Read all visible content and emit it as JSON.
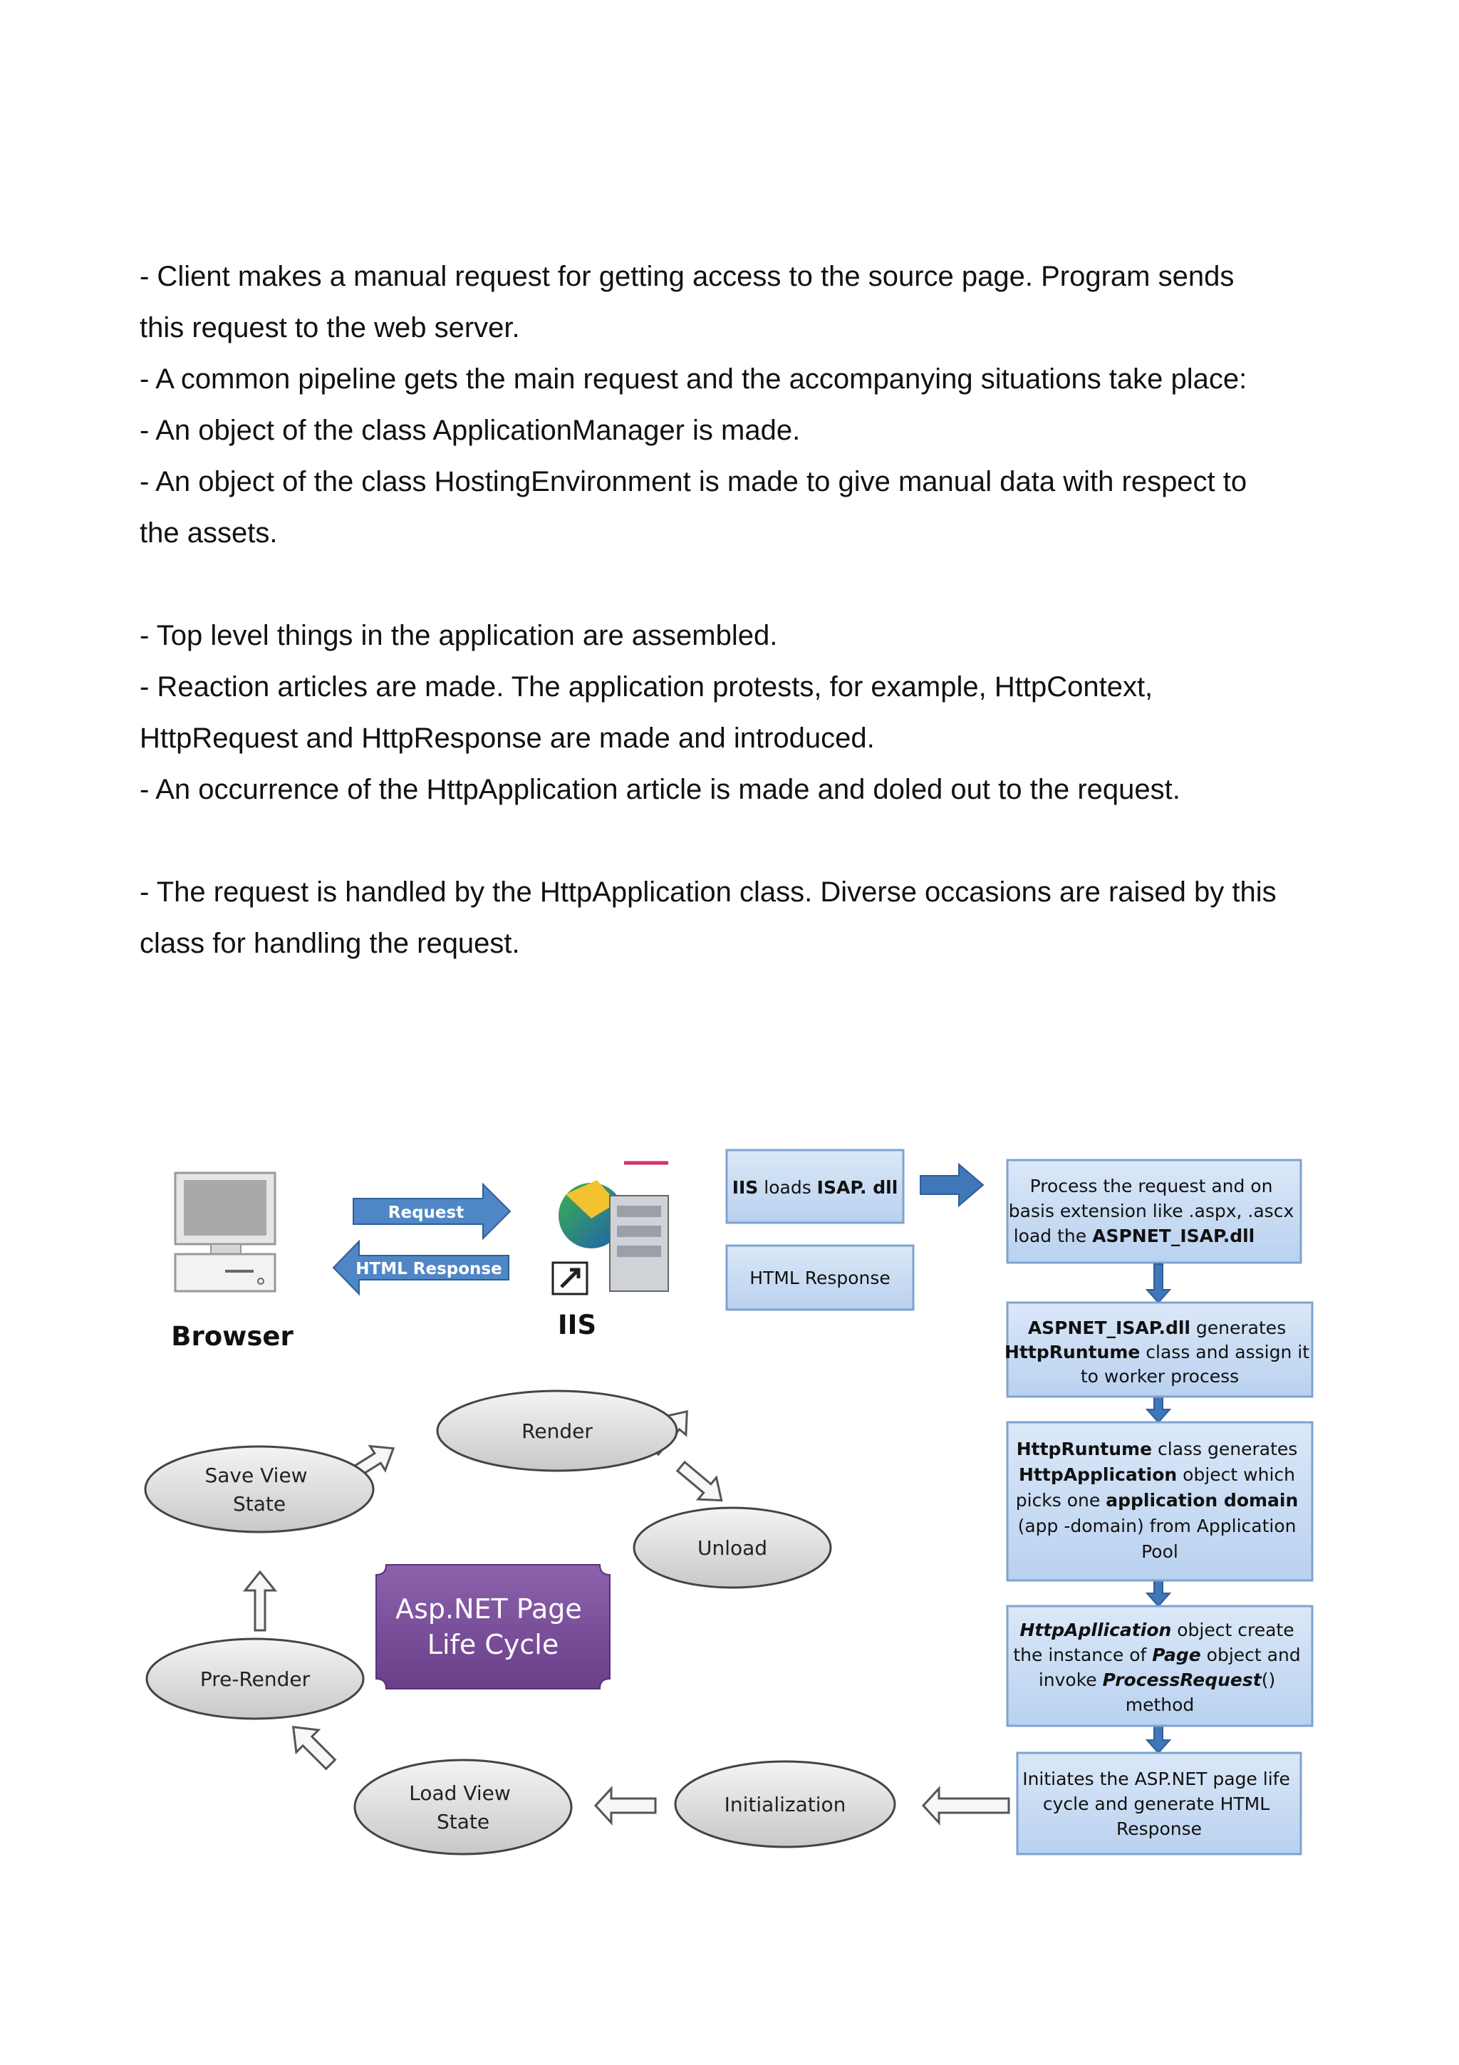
{
  "text_block_1": [
    "- Client makes a manual request for getting access to the source page. Program sends",
    "this request to the web server.",
    "- A common pipeline gets the main request and the accompanying situations take place:",
    "- An object of the class ApplicationManager is made.",
    "- An object of the class HostingEnvironment is made to give manual data with respect to",
    "the assets."
  ],
  "text_block_2": [
    "- Top level things in the application are assembled.",
    "- Reaction articles are made. The application protests, for example, HttpContext,",
    "HttpRequest and HttpResponse are made and introduced.",
    "- An occurrence of the HttpApplication article is made and doled out to the request."
  ],
  "text_block_3": [
    "- The request is handled by the HttpApplication class. Diverse occasions are raised by this",
    "class for handling the request."
  ],
  "diagram": {
    "browser_label": "Browser",
    "iis_label": "IIS",
    "request_label": "Request",
    "html_response_arrow_label": "HTML Response",
    "iis_loads_box": {
      "pre": "IIS",
      "mid": " loads ",
      "post": "ISAP. dll"
    },
    "html_response_box": "HTML Response",
    "process_box": [
      "Process the request and on",
      "basis extension like .aspx, .ascx",
      "load the ",
      "ASPNET_ISAP.dll"
    ],
    "aspnet_box": [
      "ASPNET_ISAP.dll",
      " generates",
      "HttpRuntume",
      " class and assign it",
      "to worker process"
    ],
    "httpruntime_box": [
      "HttpRuntume",
      "  class generates",
      "HttpApplication",
      " object which",
      "picks one ",
      "application domain",
      "(app -domain)  from Application",
      "Pool"
    ],
    "httpapp_box": [
      "HttpApllication",
      " object create",
      "the instance of ",
      "Page",
      " object and",
      "invoke ",
      "ProcessRequest",
      "()",
      "method"
    ],
    "initiates_box": [
      "Initiates the ASP.NET page life",
      "cycle  and generate HTML",
      "Response"
    ],
    "lifecycle_title": [
      "Asp.NET Page",
      "Life Cycle"
    ],
    "stages": {
      "render": "Render",
      "unload": "Unload",
      "save_view_state": [
        "Save View",
        "State"
      ],
      "pre_render": "Pre-Render",
      "load_view_state": [
        "Load View",
        "State"
      ],
      "initialization": "Initialization"
    },
    "colors": {
      "blue_box_fill": "#c5daf3",
      "blue_box_border": "#7ea3cf",
      "blue_arrow": "#3f77b8",
      "purple_badge": "#7a4f9a",
      "ellipse_fill": "#dcdcdc"
    }
  }
}
